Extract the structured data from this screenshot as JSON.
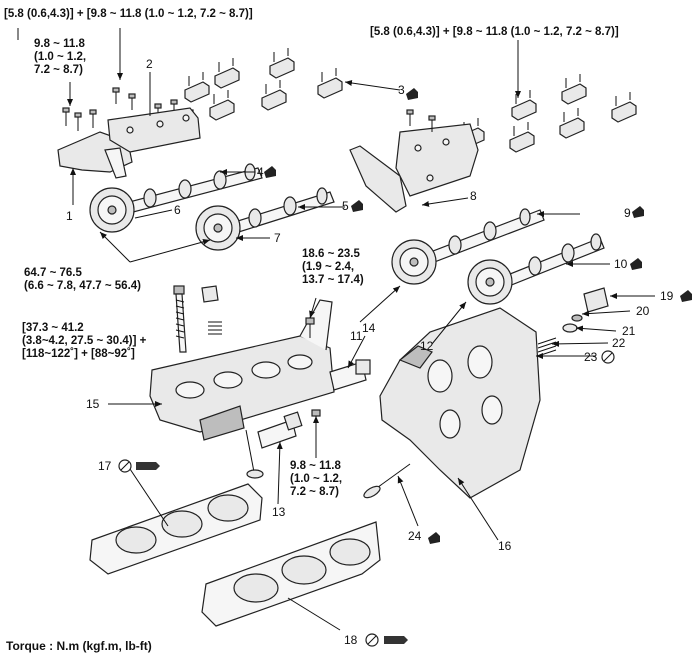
{
  "torque_specs": {
    "top_left": "[5.8 (0.6,4.3)] + [9.8 ~ 11.8 (1.0 ~ 1.2, 7.2 ~ 8.7)]",
    "top_right": "[5.8 (0.6,4.3)] + [9.8 ~ 11.8 (1.0 ~ 1.2, 7.2 ~ 8.7)]",
    "cam_bracket": "9.8 ~ 11.8\n(1.0 ~ 1.2,\n7.2 ~ 8.7)",
    "sprocket": "64.7 ~ 76.5\n(6.6 ~ 7.8, 47.7 ~ 56.4)",
    "ocv": "18.6 ~ 23.5\n(1.9 ~ 2.4,\n13.7 ~ 17.4)",
    "head_bolt": "[37.3 ~ 41.2\n(3.8~4.2, 27.5 ~ 30.4)] +\n[118~122˚] + [88~92˚]",
    "lower": "9.8 ~ 11.8\n(1.0 ~ 1.2,\n7.2 ~ 8.7)"
  },
  "callouts": [
    "1",
    "2",
    "3",
    "4",
    "5",
    "6",
    "7",
    "8",
    "9",
    "10",
    "11",
    "12",
    "13",
    "14",
    "15",
    "16",
    "17",
    "18",
    "19",
    "20",
    "21",
    "22",
    "23",
    "24"
  ],
  "footer": "Torque : N.m (kgf.m, lb-ft)"
}
